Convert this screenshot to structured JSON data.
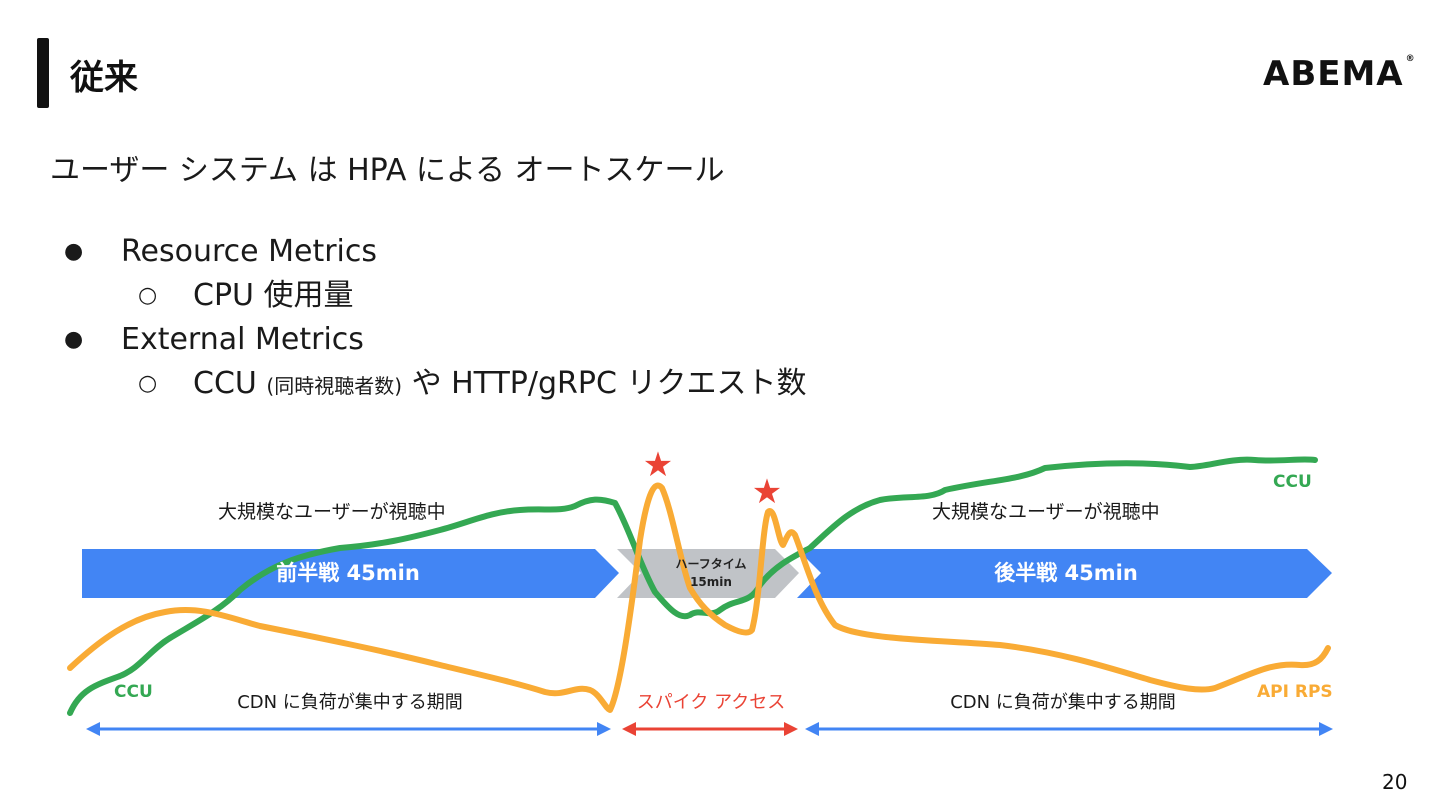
{
  "slide": {
    "title": "従来",
    "logo": "ABEMA",
    "logo_mark": "®",
    "subtitle": "ユーザー システム は HPA による オートスケール",
    "bullets": [
      {
        "text": "Resource Metrics",
        "sub": [
          {
            "main": "CPU 使用量"
          }
        ]
      },
      {
        "text": "External Metrics",
        "sub": [
          {
            "main": "CCU",
            "note": "(同時視聴者数)",
            "rest": "や HTTP/gRPC リクエスト数"
          }
        ]
      }
    ],
    "page_number": "20"
  },
  "diagram": {
    "phases": {
      "first_half": "前半戦 45min",
      "halftime_line1": "ハーフタイム",
      "halftime_line2": "15min",
      "second_half": "後半戦 45min"
    },
    "labels": {
      "viewing_left": "大規模なユーザーが視聴中",
      "viewing_right": "大規模なユーザーが視聴中",
      "cdn_left": "CDN に負荷が集中する期間",
      "spike": "スパイク アクセス",
      "cdn_right": "CDN に負荷が集中する期間",
      "ccu_left": "CCU",
      "ccu_right": "CCU",
      "api_rps": "API RPS"
    },
    "colors": {
      "ccu": "#34a853",
      "api_rps": "#f9ab35",
      "phase": "#4285f4",
      "halftime": "#c0c3c7",
      "spike": "#ea4335"
    }
  }
}
